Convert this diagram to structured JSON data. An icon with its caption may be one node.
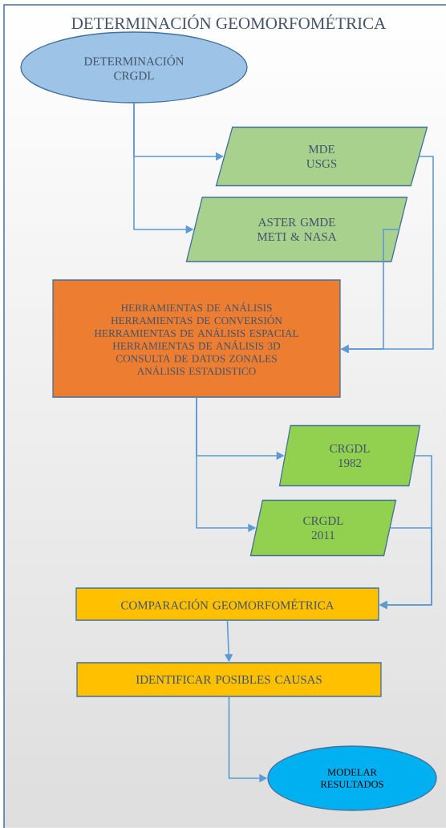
{
  "diagram": {
    "title": "DETERMINACIÓN GEOMORFOMÉTRICA",
    "nodes": [
      {
        "text": [
          "DETERMINACIÓN CRGDL"
        ]
      },
      {
        "text": [
          "MDE USGS"
        ]
      },
      {
        "text": [
          "ASTER GMDE METI & NASA"
        ]
      },
      {
        "text": [
          "HERRAMIENTAS DE ANÁLISIS",
          "HERRAMIENTAS DE CONVERSIÓN",
          "HERRAMIENTAS DE ANÁLISIS ESPACIAL",
          "HERRAMIENTAS DE ANÁLISIS 3D",
          "CONSULTA DE DATOS ZONALES",
          "ANÁLISIS ESTADISTICO"
        ]
      },
      {
        "text": [
          "CRGDL 1982"
        ]
      },
      {
        "text": [
          "CRGDL 2011"
        ]
      },
      {
        "text": [
          "COMPARACIÓN GEOMORFOMÉTRICA"
        ]
      },
      {
        "text": [
          "IDENTIFICAR POSIBLES CAUSAS"
        ]
      },
      {
        "text": [
          "MODELAR RESULTADOS"
        ]
      }
    ],
    "edges": [
      {
        "from": 0,
        "to": 1,
        "arrow": "to"
      },
      {
        "from": 0,
        "to": 2,
        "arrow": "to"
      },
      {
        "from": 1,
        "to": 3,
        "arrow": "to"
      },
      {
        "from": 2,
        "to": 3,
        "arrow": "to"
      },
      {
        "from": 3,
        "to": 4,
        "arrow": "to"
      },
      {
        "from": 3,
        "to": 5,
        "arrow": "to"
      },
      {
        "from": 4,
        "to": 6,
        "arrow": "to"
      },
      {
        "from": 5,
        "to": 6,
        "arrow": "to"
      },
      {
        "from": 6,
        "to": 7,
        "arrow": "to"
      },
      {
        "from": 7,
        "to": 8,
        "arrow": "to"
      }
    ]
  }
}
